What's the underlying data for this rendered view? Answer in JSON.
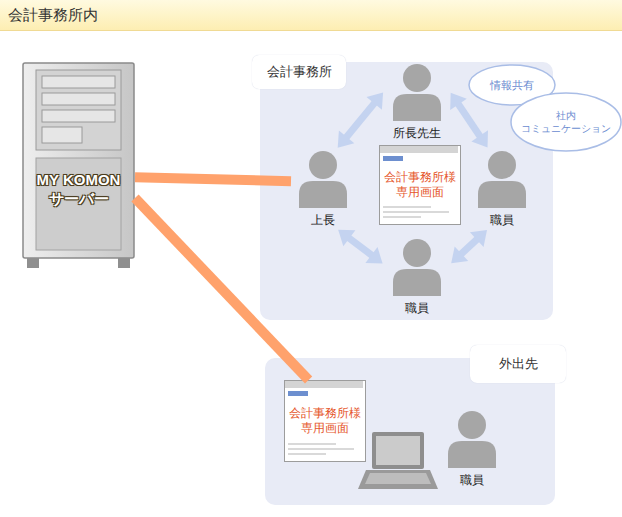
{
  "diagram": {
    "title": "会計事務所内",
    "nodes": [
      {
        "text": [
          "MY KOMON サーバー"
        ]
      },
      {
        "text": [
          "会計事務所"
        ]
      },
      {
        "text": [
          "所長先生"
        ],
        "in": 1
      },
      {
        "text": [
          "情報共有"
        ]
      },
      {
        "text": [
          "社内 コミュニケーション"
        ]
      },
      {
        "text": [
          "上長"
        ],
        "in": 1
      },
      {
        "text": [
          "会計事務所様 専用画面"
        ],
        "in": 1
      },
      {
        "text": [
          "職員"
        ],
        "in": 1
      },
      {
        "text": [
          "職員"
        ],
        "in": 1
      },
      {
        "text": [
          "外出先"
        ]
      },
      {
        "text": [
          "会計事務所様 専用画面"
        ],
        "in": 9
      },
      {
        "text": [
          "職員"
        ],
        "in": 9
      }
    ],
    "edges": [
      {
        "from": 0,
        "to": 5,
        "arrow": "none"
      },
      {
        "from": 0,
        "to": 10,
        "arrow": "none"
      },
      {
        "from": 2,
        "to": 5,
        "arrow": "both"
      },
      {
        "from": 2,
        "to": 7,
        "arrow": "both"
      },
      {
        "from": 5,
        "to": 8,
        "arrow": "both"
      },
      {
        "from": 8,
        "to": 7,
        "arrow": "both"
      }
    ]
  }
}
